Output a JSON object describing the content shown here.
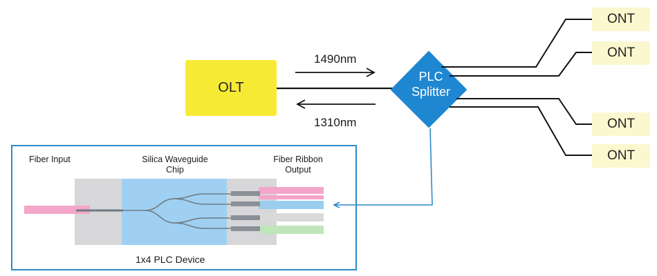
{
  "olt": {
    "label": "OLT"
  },
  "splitter": {
    "line1": "PLC",
    "line2": "Splitter"
  },
  "wavelengths": {
    "downstream": "1490nm",
    "upstream": "1310nm"
  },
  "onts": [
    "ONT",
    "ONT",
    "ONT",
    "ONT"
  ],
  "plc_device": {
    "fiber_input": "Fiber Input",
    "chip_line1": "Silica Waveguide",
    "chip_line2": "Chip",
    "output_line1": "Fiber Ribbon",
    "output_line2": "Output",
    "caption": "1x4 PLC Device"
  },
  "colors": {
    "olt": "#f7ea35",
    "splitter": "#1f87d1",
    "ont": "#fbf7cf",
    "frame": "#2b8ac7",
    "chip": "#9fd0f2",
    "fiber_pink": "#f3a6c9",
    "fiber_blue": "#9bcdee",
    "fiber_green": "#bfe6b8"
  }
}
